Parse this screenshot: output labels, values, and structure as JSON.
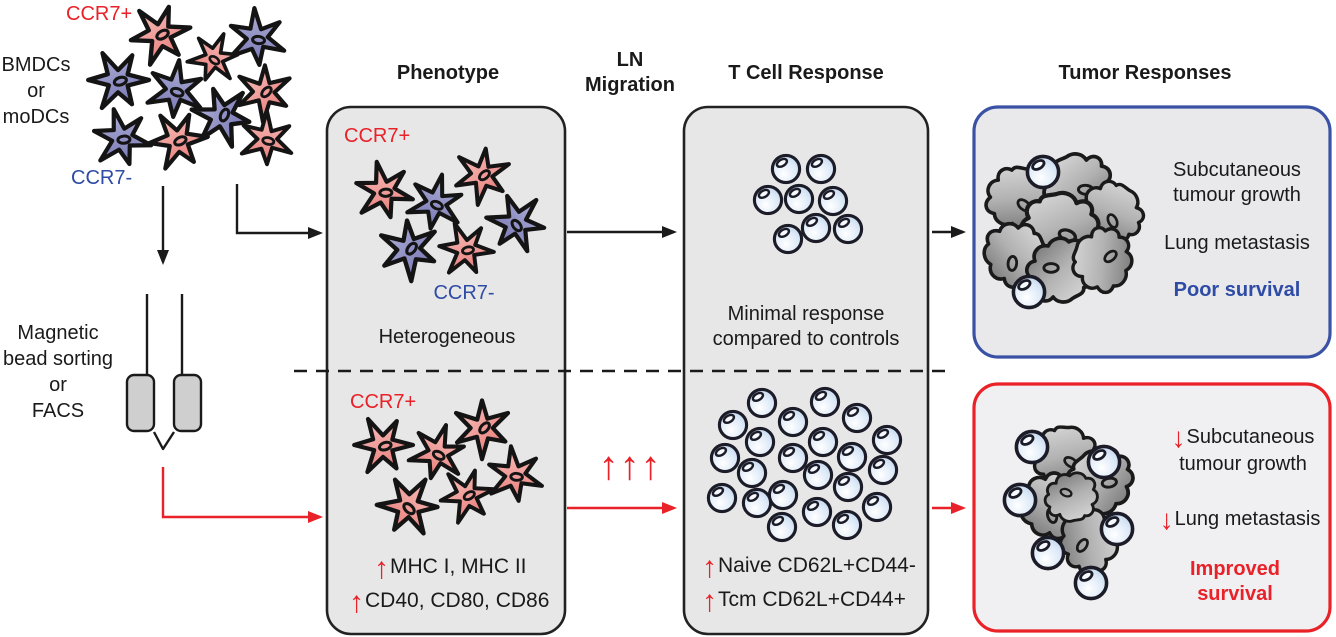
{
  "source": {
    "ccr7_pos": "CCR7+",
    "ccr7_neg": "CCR7-",
    "cell_lines": [
      "BMDCs",
      "or",
      "moDCs"
    ],
    "sorting_lines": [
      "Magnetic",
      "bead sorting",
      "or",
      "FACS"
    ]
  },
  "headers": {
    "phenotype": "Phenotype",
    "ln_migration": [
      "LN",
      "Migration"
    ],
    "t_cell_response": "T Cell Response",
    "tumor_responses": "Tumor Responses"
  },
  "phenotype": {
    "top": {
      "ccr7_pos": "CCR7+",
      "ccr7_neg": "CCR7-",
      "caption": "Heterogeneous"
    },
    "bottom": {
      "ccr7_pos": "CCR7+",
      "up_arrow": "↑",
      "markers1": "MHC I, MHC II",
      "markers2": "CD40, CD80, CD86"
    }
  },
  "ln_migration": {
    "increase_arrows": "↑↑↑"
  },
  "t_cell": {
    "top_caption": [
      "Minimal response",
      "compared to controls"
    ],
    "bottom": {
      "up_arrow": "↑",
      "line1": "Naive CD62L+CD44-",
      "line2": "Tcm CD62L+CD44+"
    }
  },
  "tumor_top": {
    "growth": [
      "Subcutaneous",
      "tumour growth"
    ],
    "metastasis": "Lung metastasis",
    "survival": "Poor survival"
  },
  "tumor_bottom": {
    "down_arrow": "↓",
    "growth": [
      "Subcutaneous",
      "tumour growth"
    ],
    "metastasis": "Lung metastasis",
    "survival": [
      "Improved",
      "survival"
    ]
  },
  "colors": {
    "accent_red": "#e92128",
    "accent_blue": "#2e4ba5",
    "panel_fill": "#e7e7e7",
    "panel_border": "#222222",
    "blue_panel_border": "#3a52a5",
    "blue_panel_fill": "#e9e9eb",
    "red_panel_border": "#ea2127",
    "red_panel_fill": "#f0f0f2",
    "pink_cell": "#ef8f8c",
    "purple_cell": "#8a8ac0",
    "t_cell_blue": "#bcd3ec",
    "tumor_gray": "#9a9a9a"
  }
}
